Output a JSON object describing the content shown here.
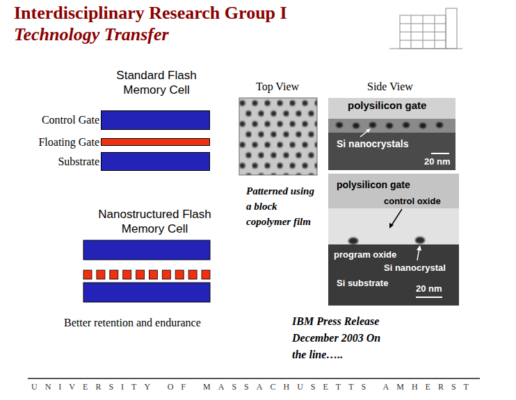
{
  "diagram": {
    "title": "Interdisciplinary Research Group I",
    "nodes": [
      {
        "text": [
          "Control Gate"
        ]
      },
      {
        "text": [
          "Floating Gate"
        ]
      },
      {
        "text": [
          "Substrate"
        ]
      }
    ],
    "labels": [
      "Technology Transfer",
      "Standard Flash Memory Cell",
      "Top View",
      "Side View",
      "polysilicon gate",
      "Si nanocrystals",
      "20 nm",
      "Nanostructured Flash Memory Cell",
      "Patterned using a block copolymer film",
      "polysilicon gate",
      "control oxide",
      "program oxide",
      "Si nanocrystal",
      "Si substrate",
      "20 nm",
      "Better retention and endurance",
      "IBM Press Release December 2003 On the line…..",
      "UNIVERSITY OF MASSACHUSETTS AMHERST"
    ]
  }
}
